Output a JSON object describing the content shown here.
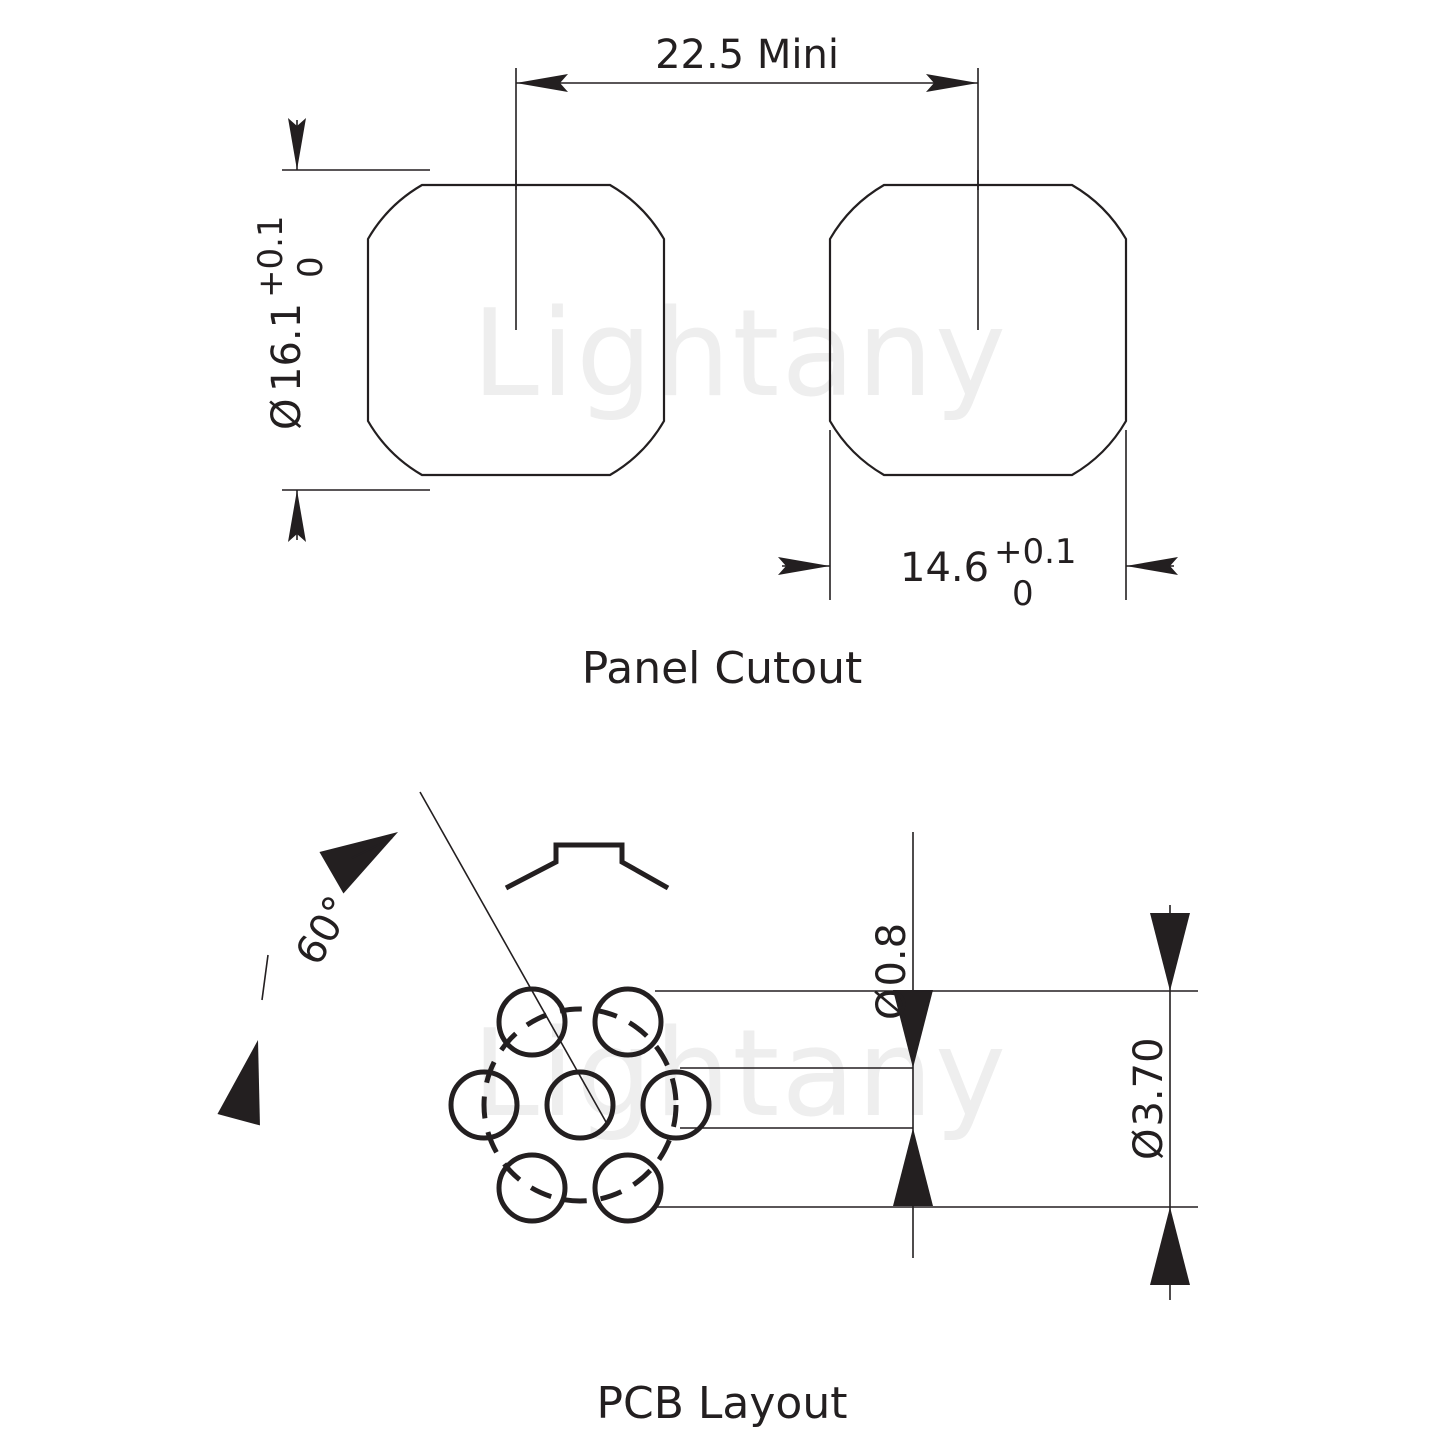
{
  "document": {
    "type": "engineering-drawing",
    "watermark": "Lightany",
    "line_color": "#231f20",
    "background": "#ffffff"
  },
  "panel_cutout": {
    "caption": "Panel Cutout",
    "dimensions": {
      "pitch": {
        "value": "22.5 Mini",
        "orientation": "horizontal"
      },
      "diameter": {
        "symbol": "Ø",
        "value": "16.1",
        "tol_upper": "+0.1",
        "tol_lower": "0",
        "orientation": "vertical"
      },
      "flat_width": {
        "value": "14.6",
        "tol_upper": "+0.1",
        "tol_lower": "0",
        "orientation": "horizontal"
      }
    }
  },
  "pcb_layout": {
    "caption": "PCB Layout",
    "dimensions": {
      "angle": {
        "value": "60°"
      },
      "hole_dia": {
        "symbol": "Ø",
        "value": "0.8",
        "orientation": "vertical"
      },
      "bolt_circle_dia": {
        "symbol": "Ø",
        "value": "3.70",
        "orientation": "vertical"
      }
    },
    "pin_count": 7,
    "pins_on_circle": 6,
    "center_pin": 1
  }
}
